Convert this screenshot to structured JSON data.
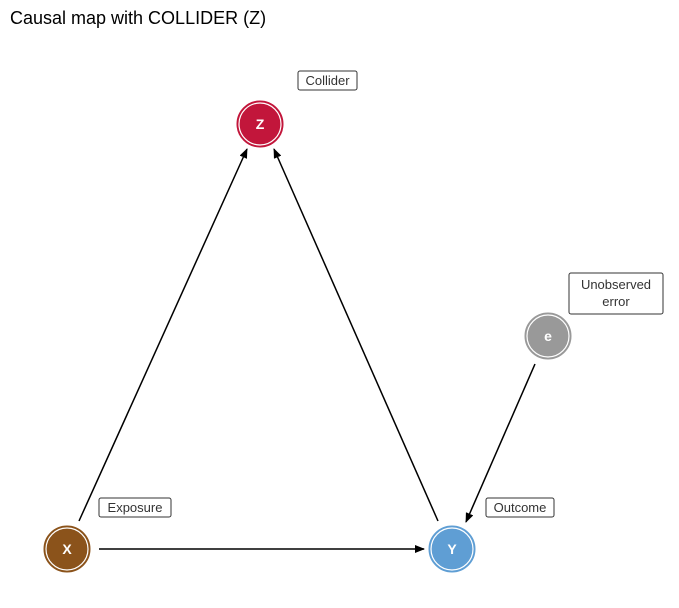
{
  "title": "Causal map with COLLIDER (Z)",
  "nodes": {
    "z": {
      "letter": "Z",
      "role": "Collider",
      "color": "#c2163b"
    },
    "x": {
      "letter": "X",
      "role": "Exposure",
      "color": "#8b531b"
    },
    "y": {
      "letter": "Y",
      "role": "Outcome",
      "color": "#5f9ed4"
    },
    "e": {
      "letter": "e",
      "role_line1": "Unobserved",
      "role_line2": "error",
      "color": "#999999"
    }
  },
  "edges": [
    {
      "from": "X",
      "to": "Z"
    },
    {
      "from": "Y",
      "to": "Z"
    },
    {
      "from": "X",
      "to": "Y"
    },
    {
      "from": "e",
      "to": "Y"
    }
  ]
}
